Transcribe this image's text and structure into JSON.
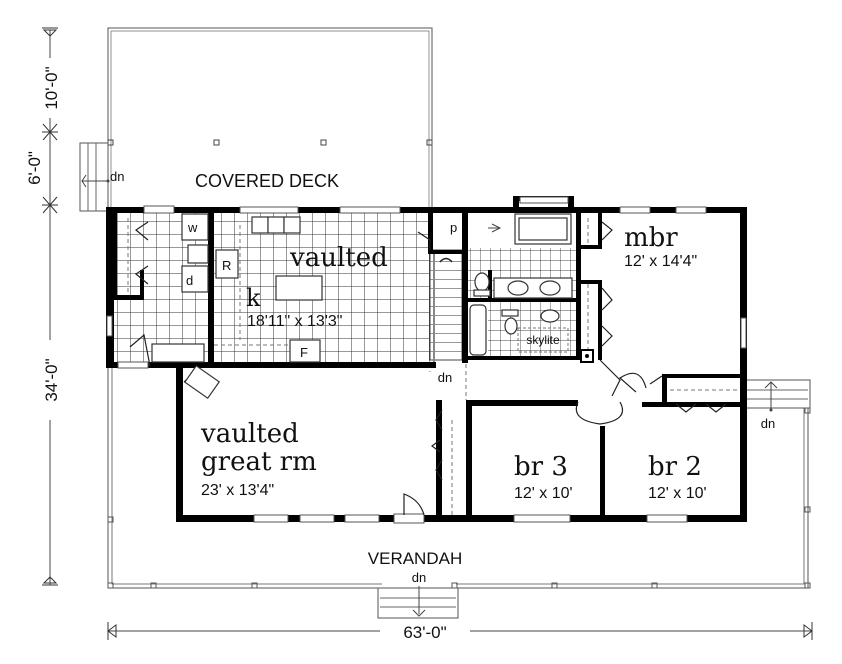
{
  "plan": {
    "dimensions": {
      "left_top": "10'-0\"",
      "left_middle": "6'-0\"",
      "left_bottom": "34'-0\"",
      "bottom_width": "63'-0\""
    },
    "areas": {
      "covered_deck": "COVERED DECK",
      "verandah": "VERANDAH"
    },
    "rooms": {
      "kitchen": {
        "note": "vaulted",
        "name": "k",
        "size": "18'11\" x 13'3\""
      },
      "great_room": {
        "line1": "vaulted",
        "line2": "great rm",
        "size": "23' x 13'4\""
      },
      "master_bedroom": {
        "name": "mbr",
        "size": "12' x 14'4\""
      },
      "bedroom_3": {
        "name": "br 3",
        "size": "12' x 10'"
      },
      "bedroom_2": {
        "name": "br 2",
        "size": "12' x 10'"
      }
    },
    "fixtures": {
      "washer": "w",
      "dryer": "d",
      "refrigerator": "R",
      "freezer": "F",
      "pantry": "p",
      "skylite": "skylite"
    },
    "stairs": {
      "deck_stair": "dn",
      "interior_stair": "dn",
      "east_stair": "dn",
      "verandah_stair": "dn"
    }
  }
}
